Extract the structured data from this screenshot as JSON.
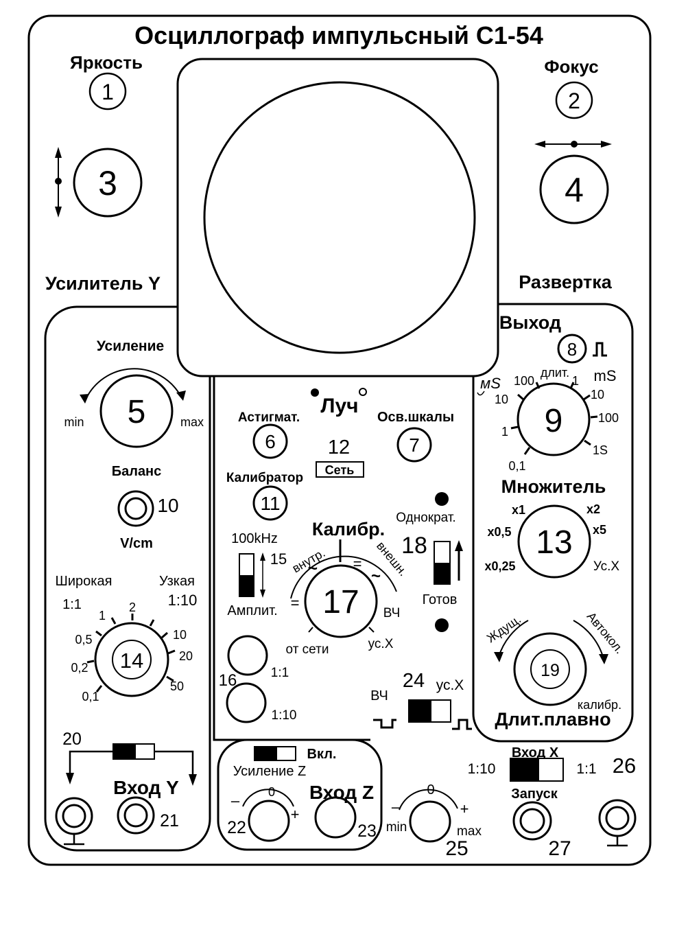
{
  "title": "Осциллограф импульсный С1-54",
  "sections": {
    "amp_y": "Усилитель Y",
    "sweep": "Развертка"
  },
  "controls": {
    "brightness": {
      "label": "Яркость",
      "num": "1"
    },
    "focus": {
      "label": "Фокус",
      "num": "2"
    },
    "vpos": {
      "num": "3"
    },
    "hpos": {
      "num": "4"
    },
    "gain": {
      "label": "Усиление",
      "num": "5",
      "min": "min",
      "max": "max"
    },
    "astig": {
      "label": "Астигмат.",
      "num": "6"
    },
    "scale_light": {
      "label": "Осв.шкалы",
      "num": "7"
    },
    "output": {
      "label": "Выход",
      "num": "8"
    },
    "duration": {
      "num": "9",
      "unit_us": "мS",
      "unit_ms": "mS",
      "top": "длит.",
      "labels": [
        "0,1",
        "1",
        "10",
        "100",
        "1",
        "10",
        "100",
        "1S"
      ]
    },
    "balance": {
      "label": "Баланс",
      "num": "10",
      "unit": "V/cm"
    },
    "calibrator": {
      "label": "Калибратор",
      "num": "11"
    },
    "power": {
      "num": "12",
      "label": "Сеть"
    },
    "multiplier": {
      "label": "Множитель",
      "num": "13",
      "labels": [
        "x1",
        "x2",
        "x0,5",
        "x5",
        "x0,25",
        "Ус.X"
      ]
    },
    "range_y": {
      "num": "14",
      "wide": "Широкая",
      "narrow": "Узкая",
      "r1": "1:1",
      "r10": "1:10",
      "labels": [
        "0,1",
        "0,2",
        "0,5",
        "1",
        "2",
        "10",
        "20",
        "50"
      ]
    },
    "calib_switch": {
      "num": "15",
      "top": "100kHz",
      "bottom": "Амплит."
    },
    "attenuator": {
      "num": "16",
      "a": "1:1",
      "b": "1:10"
    },
    "sync": {
      "label": "Калибр.",
      "num": "17",
      "inner": "внутр.",
      "outer": "внешн.",
      "hf": "ВЧ",
      "ext_x": "ус.X",
      "mains": "от сети",
      "dc": "=",
      "ac": "~"
    },
    "single_shot": {
      "num": "18",
      "label": "Однократ.",
      "ready": "Готов"
    },
    "duration_fine": {
      "num": "19",
      "label": "Длит.плавно",
      "wait": "Ждущ.",
      "auto": "Автокол.",
      "calib": "калибр."
    },
    "beam": {
      "label": "Луч"
    },
    "input_y_switch": {
      "num": "20"
    },
    "input_y": {
      "label": "Вход Y",
      "num": "21"
    },
    "z_gain": {
      "num": "22",
      "minus": "–",
      "zero": "0",
      "plus": "+"
    },
    "input_z": {
      "label": "Вход Z",
      "num": "23",
      "on": "Вкл.",
      "gain": "Усиление Z"
    },
    "mode_24": {
      "num": "24",
      "hf": "ВЧ",
      "ext_x": "ус.X"
    },
    "level_25": {
      "num": "25",
      "minus": "–",
      "zero": "0",
      "plus": "+",
      "min": "min",
      "max": "max"
    },
    "input_x": {
      "num": "26",
      "label": "Вход X",
      "r10": "1:10",
      "r1": "1:1"
    },
    "trigger": {
      "label": "Запуск",
      "num": "27"
    }
  }
}
